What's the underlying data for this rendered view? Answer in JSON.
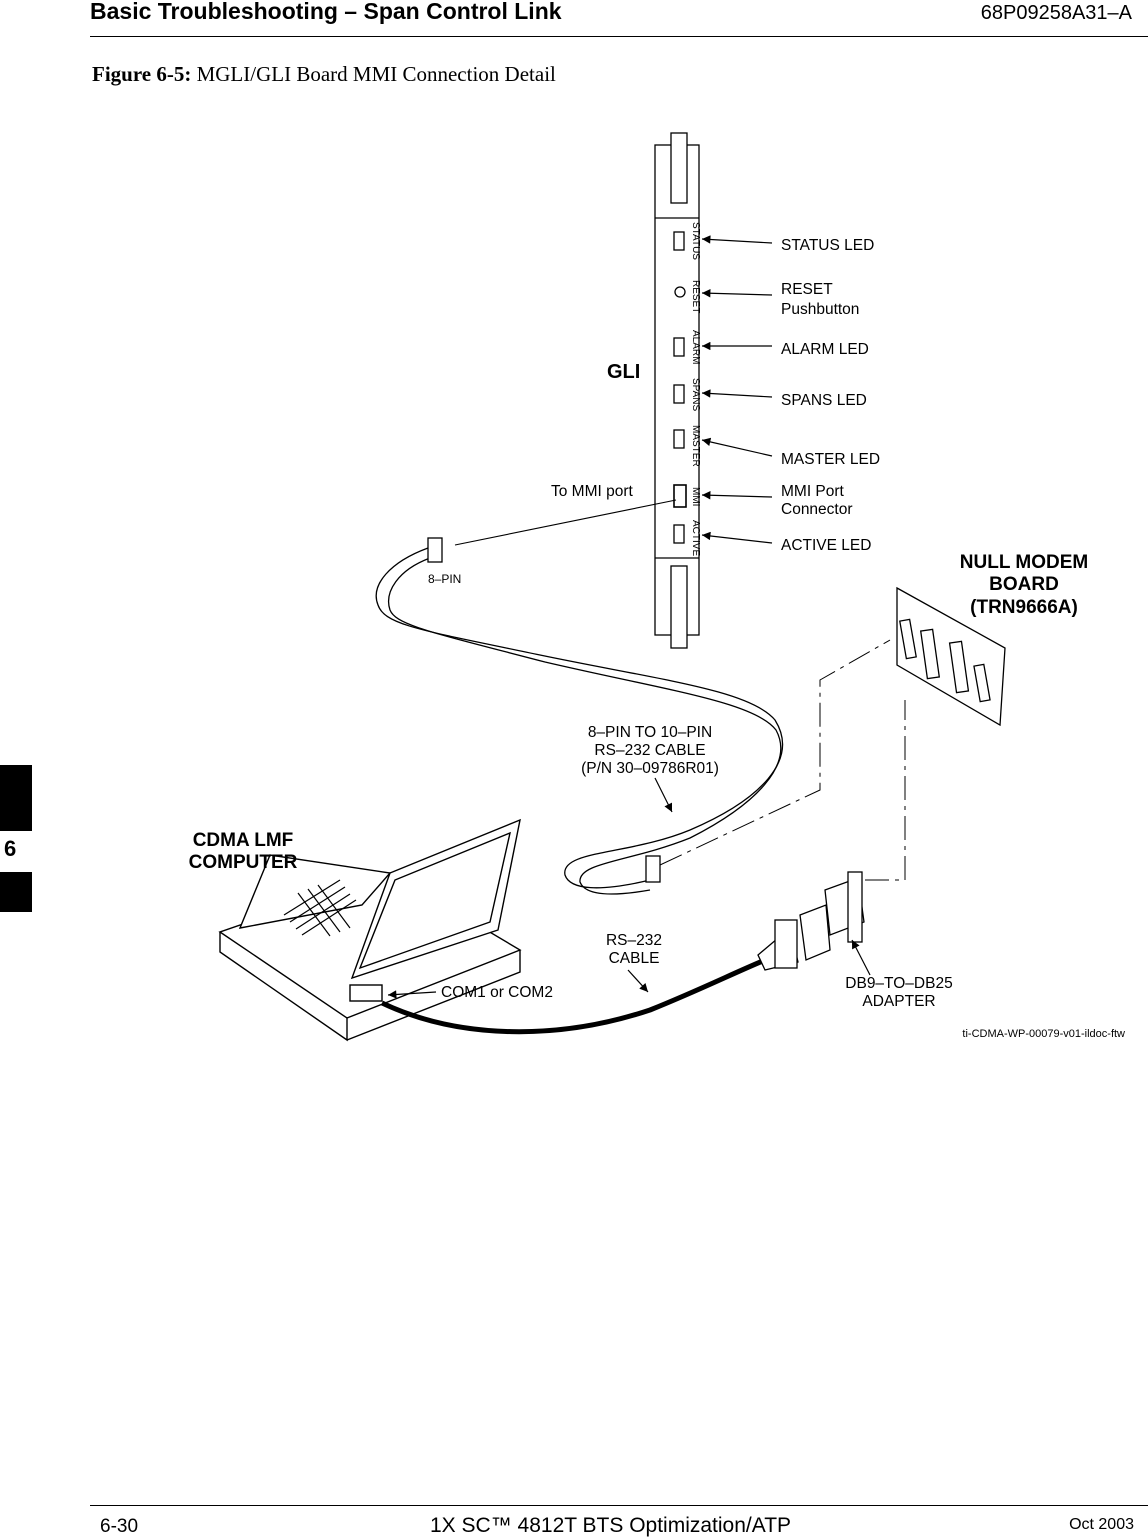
{
  "header": {
    "title": "Basic Troubleshooting – Span Control Link",
    "doc_number": "68P09258A31–A"
  },
  "figure": {
    "caption_label": "Figure 6-5:",
    "caption_text": " MGLI/GLI Board MMI Connection Detail",
    "board_label": "GLI",
    "front_panel_labels": [
      "STATUS",
      "RESET",
      "ALARM",
      "SPANS",
      "MASTER",
      "MMI",
      "ACTIVE"
    ],
    "callouts": {
      "status_led": "STATUS LED",
      "reset_line1": "RESET",
      "reset_line2": "Pushbutton",
      "alarm_led": "ALARM LED",
      "spans_led": "SPANS LED",
      "master_led": "MASTER LED",
      "mmi_line1": "MMI Port",
      "mmi_line2": "Connector",
      "active_led": "ACTIVE LED"
    },
    "to_mmi_port": "To MMI port",
    "pin8": "8–PIN",
    "null_modem": [
      "NULL MODEM",
      "BOARD",
      "(TRN9666A)"
    ],
    "cable_8to10": [
      "8–PIN TO 10–PIN",
      "RS–232 CABLE",
      "(P/N 30–09786R01)"
    ],
    "computer": [
      "CDMA LMF",
      "COMPUTER"
    ],
    "rs232_cable": [
      "RS–232",
      "CABLE"
    ],
    "com_port": "COM1 or COM2",
    "adapter": [
      "DB9–TO–DB25",
      "ADAPTER"
    ],
    "drawing_id": "ti-CDMA-WP-00079-v01-ildoc-ftw"
  },
  "footer": {
    "page": "6-30",
    "title": "1X SC™  4812T BTS Optimization/ATP",
    "date": "Oct 2003"
  },
  "side_tab": "6"
}
